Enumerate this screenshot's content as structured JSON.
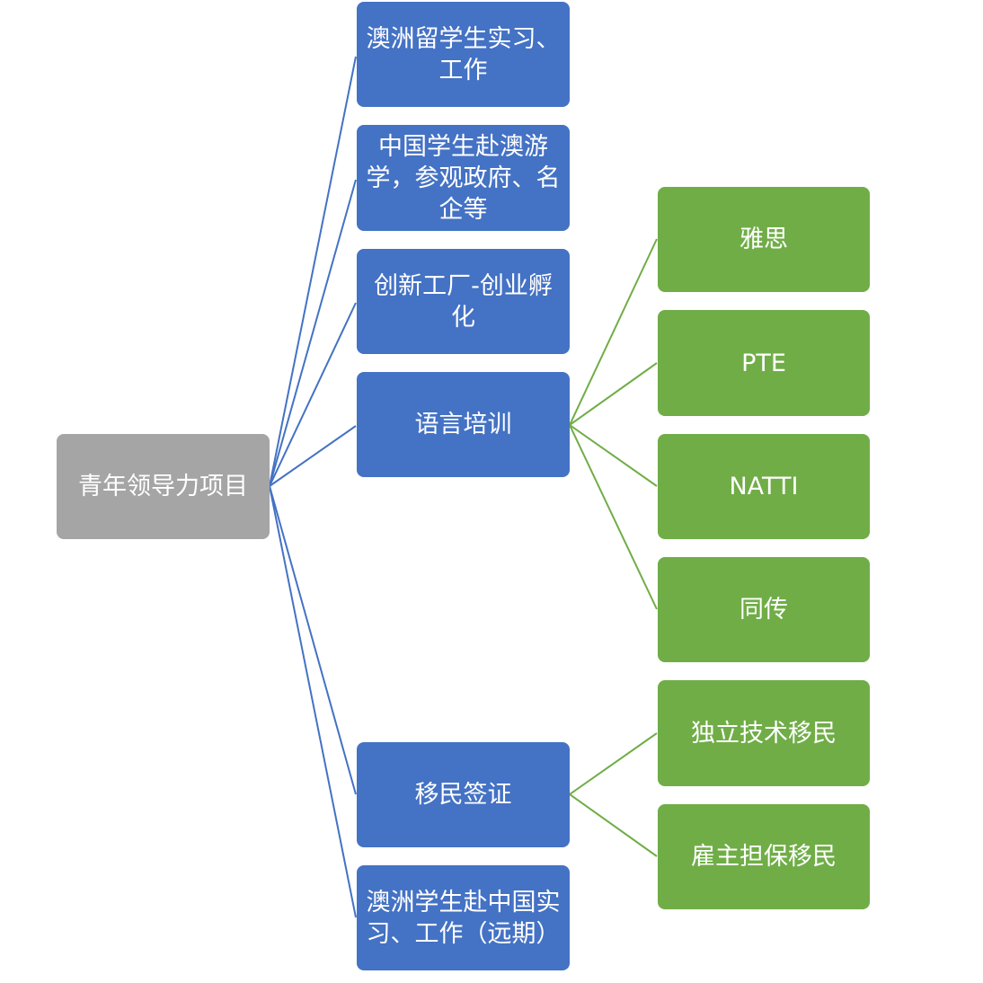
{
  "colors": {
    "root_fill": "#A5A5A5",
    "level1_fill": "#4472C4",
    "level2_fill": "#70AD47",
    "level1_connector": "#4472C4",
    "level2_connector": "#70AD47",
    "text": "#FFFFFF"
  },
  "root": {
    "label": "青年领导力项目"
  },
  "level1": [
    {
      "label": "澳洲留学生实习、工作"
    },
    {
      "label": "中国学生赴澳游学，参观政府、名企等"
    },
    {
      "label": "创新工厂-创业孵化"
    },
    {
      "label": "语言培训"
    },
    {
      "label": "移民签证"
    },
    {
      "label": "澳洲学生赴中国实习、工作（远期）"
    }
  ],
  "level2_language": [
    {
      "label": "雅思"
    },
    {
      "label": "PTE"
    },
    {
      "label": "NATTI"
    },
    {
      "label": "同传"
    }
  ],
  "level2_immigration": [
    {
      "label": "独立技术移民"
    },
    {
      "label": "雇主担保移民"
    }
  ]
}
